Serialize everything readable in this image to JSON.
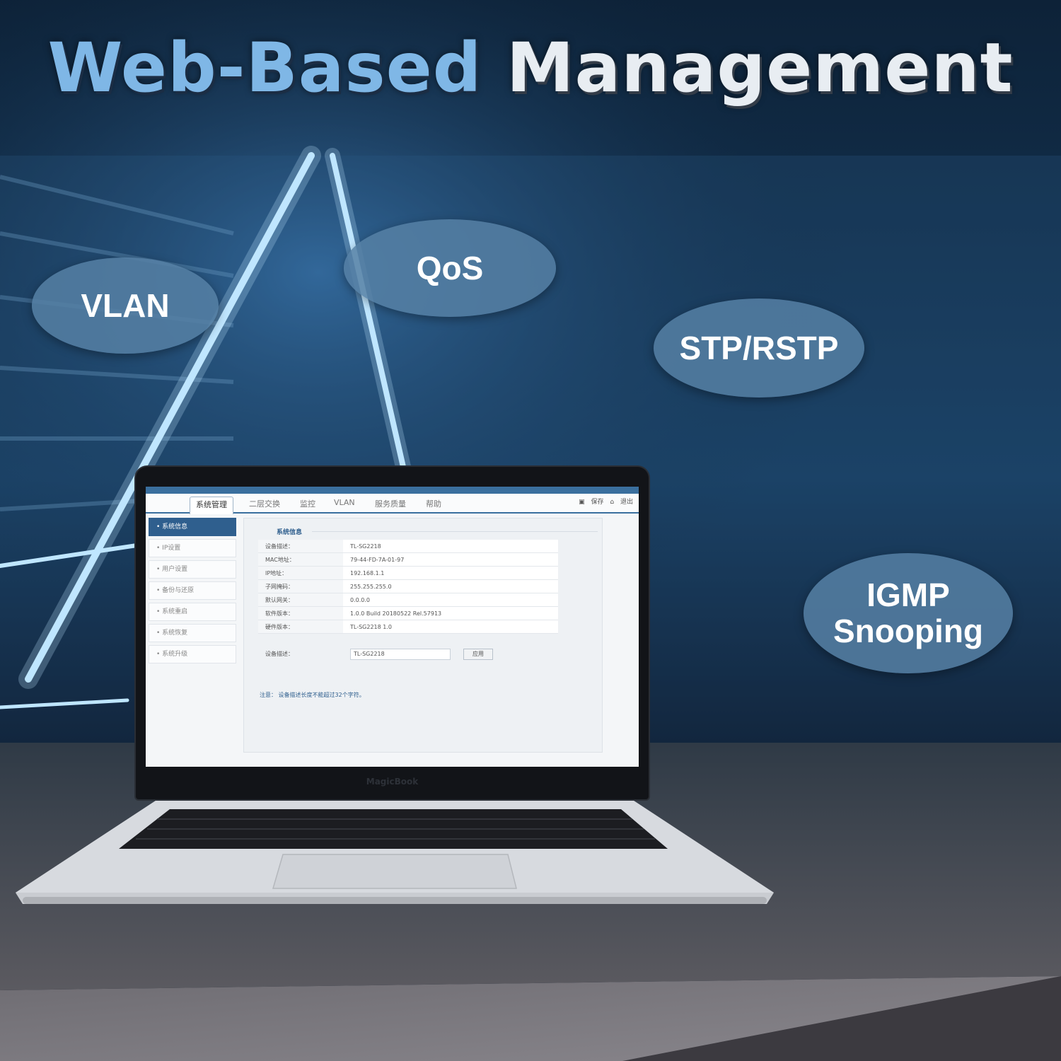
{
  "headline": {
    "part1": "Web-Based",
    "part2": "Management"
  },
  "features": {
    "vlan": "VLAN",
    "qos": "QoS",
    "stp": "STP/RSTP",
    "igmp_line1": "IGMP",
    "igmp_line2": "Snooping"
  },
  "laptop": {
    "brand": "MagicBook",
    "tabs": [
      "系统管理",
      "二层交换",
      "监控",
      "VLAN",
      "服务质量",
      "帮助"
    ],
    "actions": {
      "save": "保存",
      "exit": "退出"
    },
    "sidebar": [
      "系统信息",
      "IP设置",
      "用户设置",
      "备份与还原",
      "系统重启",
      "系统恢复",
      "系统升级"
    ],
    "panel_title": "系统信息",
    "info_rows": [
      {
        "key": "设备描述：",
        "value": "TL-SG2218"
      },
      {
        "key": "MAC地址：",
        "value": "79-44-FD-7A-01-97"
      },
      {
        "key": "IP地址：",
        "value": "192.168.1.1"
      },
      {
        "key": "子网掩码：",
        "value": "255.255.255.0"
      },
      {
        "key": "默认网关：",
        "value": "0.0.0.0"
      },
      {
        "key": "软件版本：",
        "value": "1.0.0 Build 20180522 Rel.57913"
      },
      {
        "key": "硬件版本：",
        "value": "TL-SG2218 1.0"
      }
    ],
    "desc_label": "设备描述：",
    "desc_value": "TL-SG2218",
    "apply": "应用",
    "note": "注意：   设备描述长度不能超过32个字符。"
  },
  "colors": {
    "headline_blue": "#7fb7e6",
    "bubble": "#5680a4",
    "ui_accent": "#2f5f8e"
  }
}
